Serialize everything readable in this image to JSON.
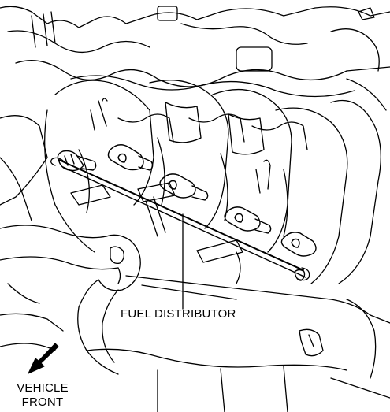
{
  "diagram": {
    "callouts": {
      "fuel_distributor": "FUEL DISTRIBUTOR"
    },
    "orientation": {
      "line1": "VEHICLE",
      "line2": "FRONT"
    }
  }
}
